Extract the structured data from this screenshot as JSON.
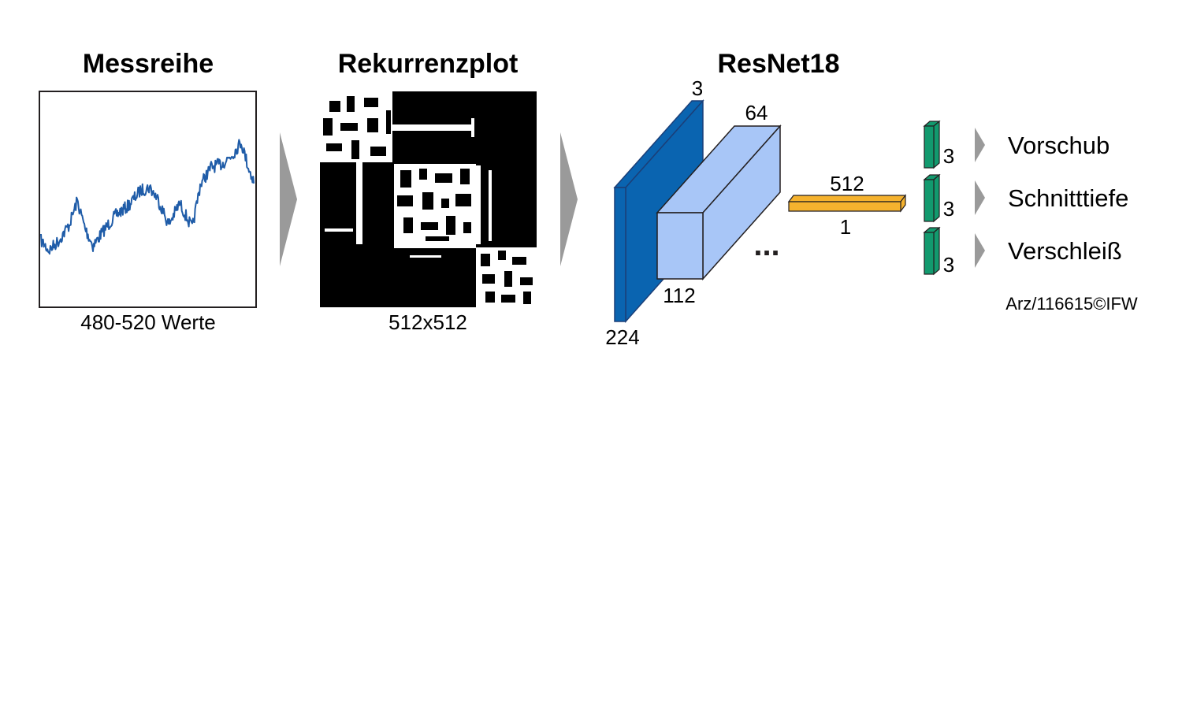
{
  "panels": {
    "series": {
      "title": "Messreihe",
      "caption": "480-520 Werte"
    },
    "recurrence": {
      "title": "Rekurrenzplot",
      "caption": "512x512"
    },
    "network": {
      "title": "ResNet18",
      "input_channels": "3",
      "input_size": "224",
      "block_channels": "64",
      "block_size": "112",
      "ellipsis": "...",
      "fc_length": "512",
      "fc_width": "1"
    }
  },
  "outputs": [
    {
      "label": "Vorschub",
      "count": "3"
    },
    {
      "label": "Schnitttiefe",
      "count": "3"
    },
    {
      "label": "Verschleiß",
      "count": "3"
    }
  ],
  "copyright": "Arz/116615©IFW",
  "colors": {
    "series_line": "#1f5ca8",
    "input_layer": "#0a64b0",
    "block_layer": "#a8c6f7",
    "fc_layer": "#f5b22e",
    "output_layer": "#129a6e",
    "arrow": "#9a9a9a"
  }
}
